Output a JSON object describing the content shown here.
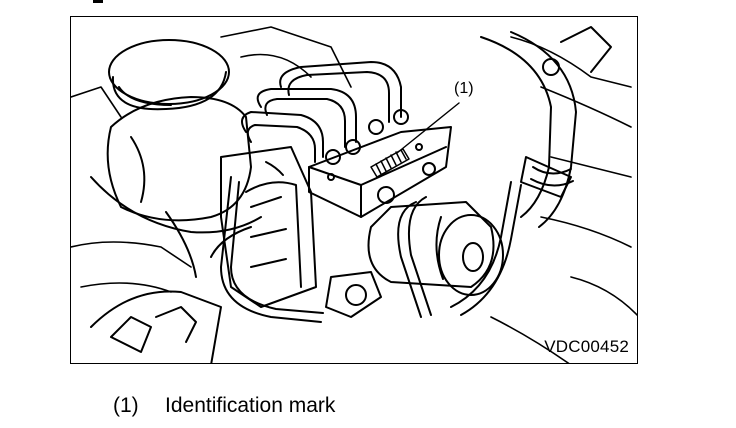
{
  "figure": {
    "code": "VDC00452",
    "callout_label": "(1)"
  },
  "legend": {
    "items": [
      {
        "number": "(1)",
        "text": "Identification mark"
      }
    ]
  }
}
